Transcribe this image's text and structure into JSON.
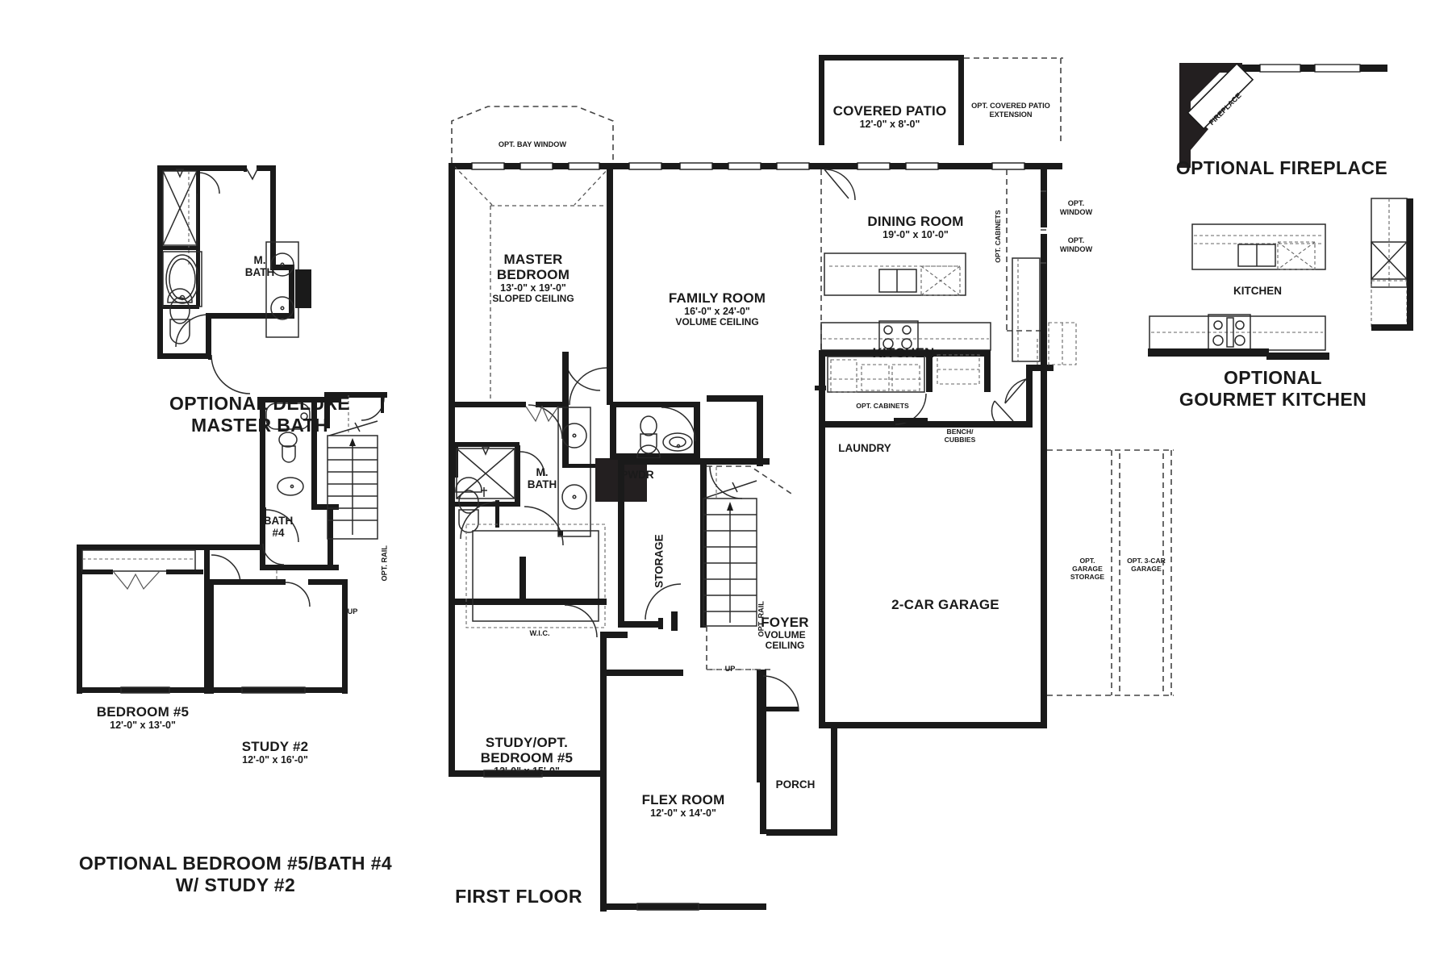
{
  "plan_title": "FIRST FLOOR",
  "captions": {
    "deluxe_master_bath": "OPTIONAL DELUXE\nMASTER BATH",
    "deluxe_master_bath_l1": "OPTIONAL DELUXE",
    "deluxe_master_bath_l2": "MASTER BATH",
    "bedroom5_bath4_l1": "OPTIONAL BEDROOM #5/BATH #4",
    "bedroom5_bath4_l2": "W/ STUDY #2",
    "fireplace": "OPTIONAL FIREPLACE",
    "gourmet_kitchen_l1": "OPTIONAL",
    "gourmet_kitchen_l2": "GOURMET KITCHEN"
  },
  "first_floor": {
    "rooms": [
      {
        "name": "COVERED PATIO",
        "dim": "12'-0\" x 8'-0\"",
        "note": ""
      },
      {
        "name": "DINING ROOM",
        "dim": "19'-0\" x 10'-0\"",
        "note": ""
      },
      {
        "name": "MASTER\nBEDROOM",
        "dim": "13'-0\" x 19'-0\"",
        "note": "SLOPED CEILING"
      },
      {
        "name": "MASTER",
        "name2": "BEDROOM",
        "dim": "13'-0\" x 19'-0\"",
        "note": "SLOPED CEILING"
      },
      {
        "name": "FAMILY ROOM",
        "dim": "16'-0\" x 24'-0\"",
        "note": "VOLUME CEILING"
      },
      {
        "name": "KITCHEN",
        "dim": "",
        "note": ""
      },
      {
        "name": "LAUNDRY",
        "dim": "",
        "note": ""
      },
      {
        "name": "PWDR",
        "dim": "",
        "note": ""
      },
      {
        "name": "STORAGE",
        "dim": "",
        "note": ""
      },
      {
        "name": "M.\nBATH",
        "dim": "",
        "note": ""
      },
      {
        "name": "W.I.C.",
        "dim": "",
        "note": ""
      },
      {
        "name": "FOYER",
        "dim": "",
        "note": "VOLUME\nCEILING"
      },
      {
        "name": "2-CAR GARAGE",
        "dim": "",
        "note": ""
      },
      {
        "name": "STUDY/OPT.\nBEDROOM #5",
        "dim": "12'-0\" x 15'-0\"",
        "note": ""
      },
      {
        "name": "FLEX ROOM",
        "dim": "12'-0\" x 14'-0\"",
        "note": ""
      },
      {
        "name": "PORCH",
        "dim": "",
        "note": ""
      }
    ],
    "labels": {
      "covered_patio": "COVERED PATIO",
      "covered_patio_dim": "12'-0\" x 8'-0\"",
      "opt_covered_patio_ext_l1": "OPT. COVERED PATIO",
      "opt_covered_patio_ext_l2": "EXTENSION",
      "opt_bay_window": "OPT. BAY WINDOW",
      "dining_room": "DINING ROOM",
      "dining_room_dim": "19'-0\" x 10'-0\"",
      "opt_cabinets_vert": "OPT. CABINETS",
      "opt_window_1_l1": "OPT.",
      "opt_window_1_l2": "WINDOW",
      "opt_window_2_l1": "OPT.",
      "opt_window_2_l2": "WINDOW",
      "master_bedroom_l1": "MASTER",
      "master_bedroom_l2": "BEDROOM",
      "master_bedroom_dim": "13'-0\" x 19'-0\"",
      "master_bedroom_note": "SLOPED CEILING",
      "family_room": "FAMILY ROOM",
      "family_room_dim": "16'-0\" x 24'-0\"",
      "family_room_note": "VOLUME CEILING",
      "kitchen": "KITCHEN",
      "opt_cabinets_laundry": "OPT. CABINETS",
      "opt_bench_l1": "OPT.",
      "opt_bench_l2": "BENCH/",
      "opt_bench_l3": "CUBBIES",
      "laundry": "LAUNDRY",
      "m_bath_l1": "M.",
      "m_bath_l2": "BATH",
      "pwdr": "PWDR",
      "storage": "STORAGE",
      "wic": "W.I.C.",
      "foyer": "FOYER",
      "foyer_note_l1": "VOLUME",
      "foyer_note_l2": "CEILING",
      "opt_rail_foyer": "OPT. RAIL",
      "up_foyer": "UP",
      "garage": "2-CAR GARAGE",
      "opt_garage_storage_l1": "OPT.",
      "opt_garage_storage_l2": "GARAGE",
      "opt_garage_storage_l3": "STORAGE",
      "opt_3car_l1": "OPT. 3-CAR",
      "opt_3car_l2": "GARAGE",
      "study_opt_bed5_l1": "STUDY/OPT.",
      "study_opt_bed5_l2": "BEDROOM #5",
      "study_opt_bed5_dim": "12'-0\" x 15'-0\"",
      "flex_room": "FLEX ROOM",
      "flex_room_dim": "12'-0\" x 14'-0\"",
      "porch": "PORCH"
    }
  },
  "deluxe_master_bath": {
    "m_bath_l1": "M.",
    "m_bath_l2": "BATH"
  },
  "bedroom5_option": {
    "bath4_l1": "BATH",
    "bath4_l2": "#4",
    "opt_rail": "OPT. RAIL",
    "up": "UP",
    "bedroom5": "BEDROOM #5",
    "bedroom5_dim": "12'-0\" x 13'-0\"",
    "study2": "STUDY #2",
    "study2_dim": "12'-0\" x 16'-0\""
  },
  "fireplace_option": {
    "fireplace_tag": "FIREPLACE"
  },
  "gourmet_kitchen_option": {
    "kitchen": "KITCHEN"
  },
  "colors": {
    "wall": "#1a1a1a",
    "thin": "#2b2b2b",
    "dash": "#4a4a4a",
    "paper": "#ffffff"
  }
}
